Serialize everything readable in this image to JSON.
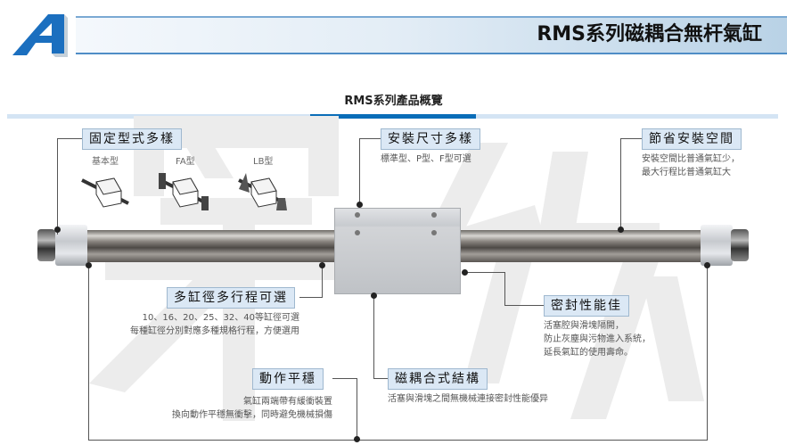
{
  "header": {
    "title": "RMS系列磁耦合無杆氣缸",
    "logo": "A-logo"
  },
  "section": {
    "title": "RMS系列產品概覽",
    "accent_color": "#0a6db8"
  },
  "watermark": [
    "宇",
    "紡"
  ],
  "features": {
    "mounting": {
      "label": "固定型式多樣",
      "variants": [
        "基本型",
        "FA型",
        "LB型"
      ]
    },
    "size": {
      "label": "安裝尺寸多樣",
      "desc": "標準型、P型、F型可選"
    },
    "space": {
      "label": "節省安裝空間",
      "desc": [
        "安裝空間比普通氣缸少，",
        "最大行程比普通氣缸大"
      ]
    },
    "bore": {
      "label": "多缸徑多行程可選",
      "desc": [
        "10、16、20、25、32、40等缸徑可選",
        "每種缸徑分別對應多種規格行程，方便選用"
      ]
    },
    "seal": {
      "label": "密封性能佳",
      "desc": [
        "活塞腔與滑塊隔開，",
        "防止灰塵與污物進入系統，",
        "延長氣缸的使用壽命。"
      ]
    },
    "smooth": {
      "label": "動作平穩",
      "desc": [
        "氣缸兩端帶有緩衝裝置",
        "換向動作平穩無衝擊，同時避免機械損傷"
      ]
    },
    "magnetic": {
      "label": "磁耦合式結構",
      "desc": "活塞與滑塊之間無機械連接密封性能優异"
    }
  }
}
